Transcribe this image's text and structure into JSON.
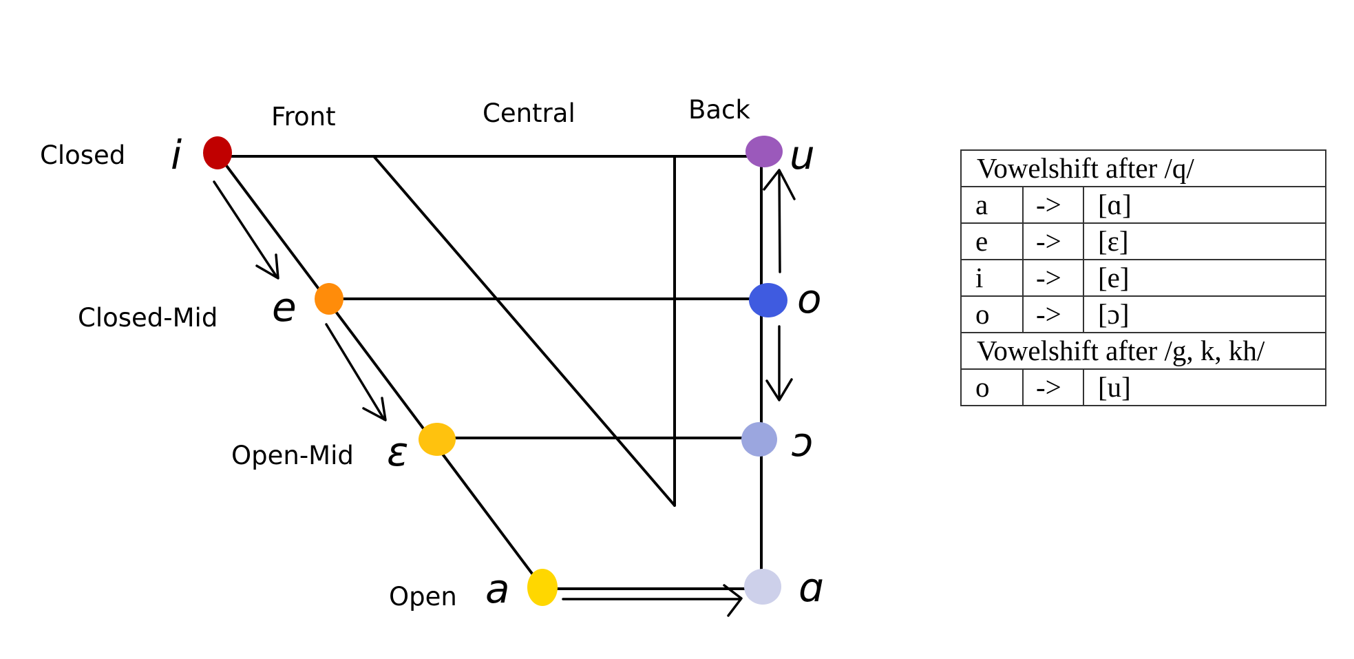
{
  "diagram": {
    "row_labels": [
      "Closed",
      "Closed-Mid",
      "Open-Mid",
      "Open"
    ],
    "column_labels": [
      "Front",
      "Central",
      "Back"
    ],
    "vowels": [
      {
        "symbol": "i",
        "color": "#C00000",
        "row": "Closed",
        "column": "Front"
      },
      {
        "symbol": "e",
        "color": "#FF8C0A",
        "row": "Closed-Mid",
        "column": "Front"
      },
      {
        "symbol": "ɛ",
        "color": "#FFC20E",
        "row": "Open-Mid",
        "column": "Front"
      },
      {
        "symbol": "a",
        "color": "#FFD700",
        "row": "Open",
        "column": "Front"
      },
      {
        "symbol": "u",
        "color": "#9B59BB",
        "row": "Closed",
        "column": "Back"
      },
      {
        "symbol": "o",
        "color": "#3F5BE0",
        "row": "Closed-Mid",
        "column": "Back"
      },
      {
        "symbol": "ɔ",
        "color": "#9BA6DF",
        "row": "Open-Mid",
        "column": "Back"
      },
      {
        "symbol": "ɑ",
        "color": "#CDD0EA",
        "row": "Open",
        "column": "Back"
      }
    ],
    "shifts": [
      {
        "from": "i",
        "to": "e"
      },
      {
        "from": "e",
        "to": "ɛ"
      },
      {
        "from": "a",
        "to": "ɑ"
      },
      {
        "from": "o",
        "to": "u"
      },
      {
        "from": "o",
        "to": "ɔ"
      }
    ]
  },
  "table": {
    "sections": [
      {
        "title": "Vowelshift after /q/",
        "rows": [
          {
            "from": "a",
            "arrow": "->",
            "to": "[ɑ]"
          },
          {
            "from": "e",
            "arrow": "->",
            "to": "[ɛ]"
          },
          {
            "from": "i",
            "arrow": "->",
            "to": "[e]"
          },
          {
            "from": "o",
            "arrow": "->",
            "to": "[ɔ]"
          }
        ]
      },
      {
        "title": "Vowelshift after /g, k, kh/",
        "rows": [
          {
            "from": "o",
            "arrow": "->",
            "to": "[u]"
          }
        ]
      }
    ]
  }
}
